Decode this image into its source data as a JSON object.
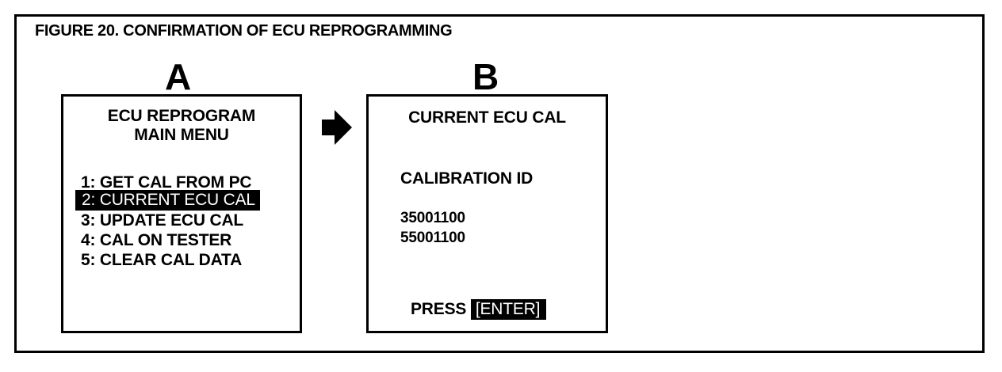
{
  "figure_title": "FIGURE 20.  CONFIRMATION OF ECU REPROGRAMMING",
  "panel_a": {
    "letter": "A",
    "title_line1": "ECU REPROGRAM",
    "title_line2": "MAIN MENU",
    "menu_items": [
      "1:  GET CAL FROM PC",
      "2: CURRENT ECU CAL",
      "3:  UPDATE ECU CAL",
      "4:  CAL ON TESTER",
      "5:  CLEAR CAL DATA"
    ],
    "selected_index": 1
  },
  "panel_b": {
    "letter": "B",
    "title": "CURRENT ECU CAL",
    "label": "CALIBRATION ID",
    "ids": [
      "35001100",
      "55001100"
    ],
    "prompt": "PRESS",
    "prompt_key": "[ENTER]"
  },
  "colors": {
    "ink": "#000000",
    "paper": "#ffffff"
  },
  "icons": {
    "transition": "right-arrow-icon"
  }
}
